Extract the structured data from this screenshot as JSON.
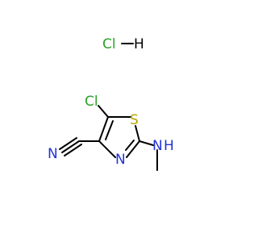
{
  "molecule": {
    "salt": {
      "cl": "Cl",
      "h": "H"
    },
    "atoms": {
      "cl_substituent": "Cl",
      "sulfur": "S",
      "ring_nitrogen": "N",
      "nitrile_nitrogen": "N",
      "amine_n": "N",
      "amine_h": "H"
    }
  },
  "colors": {
    "bond": "#000000",
    "chlorine": "#2ba02b",
    "sulfur": "#b5a300",
    "nitrogen": "#2033d6"
  }
}
